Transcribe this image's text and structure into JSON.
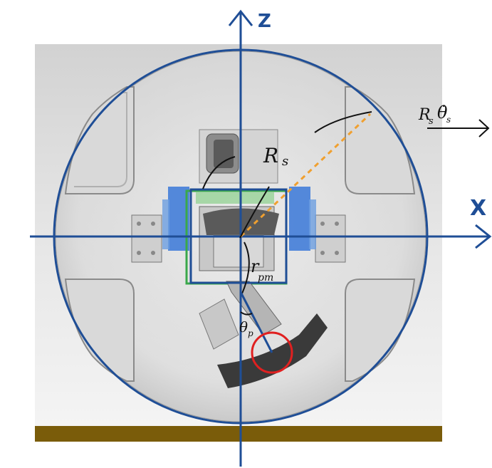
{
  "axes": {
    "z_label": "Z",
    "x_label": "X"
  },
  "labels": {
    "rs": "R",
    "rs_sub": "s",
    "rpm": "r",
    "rpm_sub": "pm",
    "theta_p": "θ",
    "theta_p_sub": "p",
    "velocity": "R",
    "velocity_sub": "s",
    "velocity_theta": "θ̇",
    "velocity_theta_sub": "s"
  },
  "colors": {
    "axis": "#1f4e96",
    "sphere_outline": "#1f4e96",
    "inner_box": "#1f4e96",
    "dashed_radius": "#f0a030",
    "pendulum_marker": "#e02020",
    "ground": "#7a5c0a",
    "background_top": "#d6d6d6",
    "background_bottom": "#f2f2f2",
    "battery_blue": "#3a78d8",
    "board_green": "#3aa84a"
  }
}
